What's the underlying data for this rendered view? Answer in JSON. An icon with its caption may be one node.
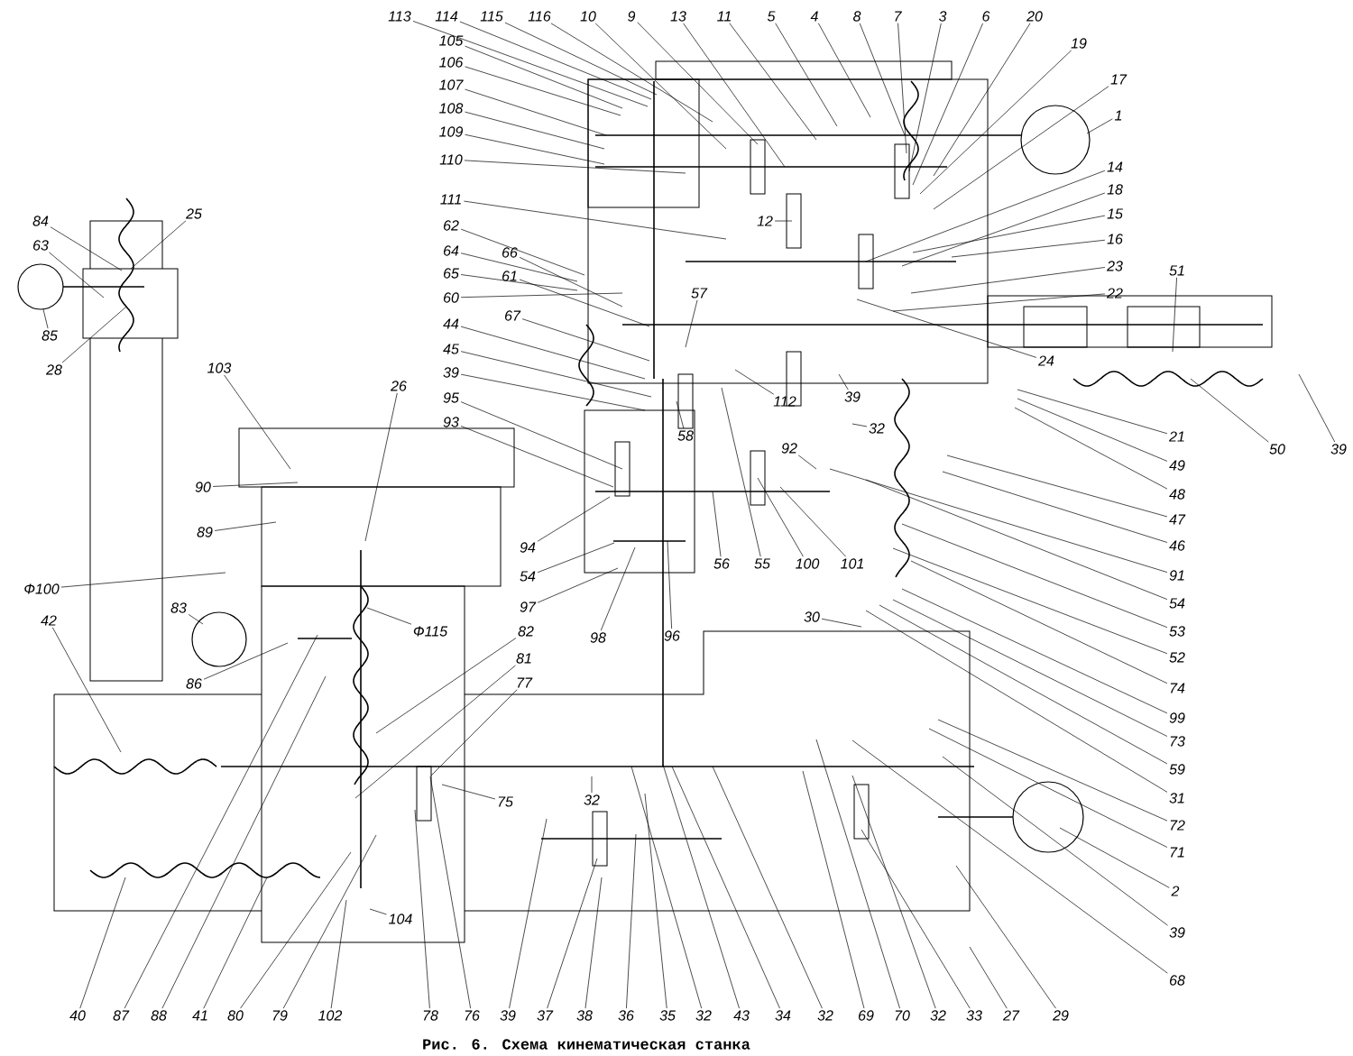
{
  "diagram": {
    "caption": "Рис. 6. Схема кинематическая станка",
    "nodes": [
      {
        "text": [
          "113"
        ]
      },
      {
        "text": [
          "114"
        ]
      },
      {
        "text": [
          "115"
        ]
      },
      {
        "text": [
          "116"
        ]
      },
      {
        "text": [
          "10"
        ]
      },
      {
        "text": [
          "9"
        ]
      },
      {
        "text": [
          "13"
        ]
      },
      {
        "text": [
          "11"
        ]
      },
      {
        "text": [
          "5"
        ]
      },
      {
        "text": [
          "4"
        ]
      },
      {
        "text": [
          "8"
        ]
      },
      {
        "text": [
          "7"
        ]
      },
      {
        "text": [
          "3"
        ]
      },
      {
        "text": [
          "6"
        ]
      },
      {
        "text": [
          "20"
        ]
      },
      {
        "text": [
          "19"
        ]
      },
      {
        "text": [
          "17"
        ]
      },
      {
        "text": [
          "105"
        ]
      },
      {
        "text": [
          "106"
        ]
      },
      {
        "text": [
          "107"
        ]
      },
      {
        "text": [
          "108"
        ]
      },
      {
        "text": [
          "109"
        ]
      },
      {
        "text": [
          "110"
        ]
      },
      {
        "text": [
          "1"
        ]
      },
      {
        "text": [
          "111"
        ]
      },
      {
        "text": [
          "12"
        ]
      },
      {
        "text": [
          "14"
        ]
      },
      {
        "text": [
          "18"
        ]
      },
      {
        "text": [
          "15"
        ]
      },
      {
        "text": [
          "16"
        ]
      },
      {
        "text": [
          "62"
        ]
      },
      {
        "text": [
          "64"
        ]
      },
      {
        "text": [
          "23"
        ]
      },
      {
        "text": [
          "65"
        ]
      },
      {
        "text": [
          "22"
        ]
      },
      {
        "text": [
          "66"
        ]
      },
      {
        "text": [
          "61"
        ]
      },
      {
        "text": [
          "57"
        ]
      },
      {
        "text": [
          "67"
        ]
      },
      {
        "text": [
          "60"
        ]
      },
      {
        "text": [
          "24"
        ]
      },
      {
        "text": [
          "44"
        ]
      },
      {
        "text": [
          "45"
        ]
      },
      {
        "text": [
          "112"
        ]
      },
      {
        "text": [
          "39"
        ]
      },
      {
        "text": [
          "21"
        ]
      },
      {
        "text": [
          "39"
        ]
      },
      {
        "text": [
          "32"
        ]
      },
      {
        "text": [
          "95"
        ]
      },
      {
        "text": [
          "58"
        ]
      },
      {
        "text": [
          "49"
        ]
      },
      {
        "text": [
          "50"
        ]
      },
      {
        "text": [
          "39"
        ]
      },
      {
        "text": [
          "92"
        ]
      },
      {
        "text": [
          "93"
        ]
      },
      {
        "text": [
          "48"
        ]
      },
      {
        "text": [
          "47"
        ]
      },
      {
        "text": [
          "94"
        ]
      },
      {
        "text": [
          "46"
        ]
      },
      {
        "text": [
          "54"
        ]
      },
      {
        "text": [
          "56"
        ]
      },
      {
        "text": [
          "55"
        ]
      },
      {
        "text": [
          "100"
        ]
      },
      {
        "text": [
          "101"
        ]
      },
      {
        "text": [
          "91"
        ]
      },
      {
        "text": [
          "97"
        ]
      },
      {
        "text": [
          "54"
        ]
      },
      {
        "text": [
          "53"
        ]
      },
      {
        "text": [
          "30"
        ]
      },
      {
        "text": [
          "52"
        ]
      },
      {
        "text": [
          "98"
        ]
      },
      {
        "text": [
          "96"
        ]
      },
      {
        "text": [
          "74"
        ]
      },
      {
        "text": [
          "99"
        ]
      },
      {
        "text": [
          "73"
        ]
      },
      {
        "text": [
          "59"
        ]
      },
      {
        "text": [
          "31"
        ]
      },
      {
        "text": [
          "72"
        ]
      },
      {
        "text": [
          "71"
        ]
      },
      {
        "text": [
          "2"
        ]
      },
      {
        "text": [
          "39"
        ]
      },
      {
        "text": [
          "68"
        ]
      },
      {
        "text": [
          "84"
        ]
      },
      {
        "text": [
          "25"
        ]
      },
      {
        "text": [
          "63"
        ]
      },
      {
        "text": [
          "85"
        ]
      },
      {
        "text": [
          "28"
        ]
      },
      {
        "text": [
          "103"
        ]
      },
      {
        "text": [
          "26"
        ]
      },
      {
        "text": [
          "90"
        ]
      },
      {
        "text": [
          "89"
        ]
      },
      {
        "text": [
          "Ф100"
        ]
      },
      {
        "text": [
          "Ф115"
        ]
      },
      {
        "text": [
          "83"
        ]
      },
      {
        "text": [
          "42"
        ]
      },
      {
        "text": [
          "82"
        ]
      },
      {
        "text": [
          "86"
        ]
      },
      {
        "text": [
          "81"
        ]
      },
      {
        "text": [
          "77"
        ]
      },
      {
        "text": [
          "75"
        ]
      },
      {
        "text": [
          "32"
        ]
      },
      {
        "text": [
          "104"
        ]
      },
      {
        "text": [
          "40"
        ]
      },
      {
        "text": [
          "87"
        ]
      },
      {
        "text": [
          "88"
        ]
      },
      {
        "text": [
          "41"
        ]
      },
      {
        "text": [
          "80"
        ]
      },
      {
        "text": [
          "79"
        ]
      },
      {
        "text": [
          "102"
        ]
      },
      {
        "text": [
          "78"
        ]
      },
      {
        "text": [
          "76"
        ]
      },
      {
        "text": [
          "39"
        ]
      },
      {
        "text": [
          "37"
        ]
      },
      {
        "text": [
          "38"
        ]
      },
      {
        "text": [
          "36"
        ]
      },
      {
        "text": [
          "35"
        ]
      },
      {
        "text": [
          "32"
        ]
      },
      {
        "text": [
          "43"
        ]
      },
      {
        "text": [
          "34"
        ]
      },
      {
        "text": [
          "32"
        ]
      },
      {
        "text": [
          "69"
        ]
      },
      {
        "text": [
          "70"
        ]
      },
      {
        "text": [
          "32"
        ]
      },
      {
        "text": [
          "33"
        ]
      },
      {
        "text": [
          "27"
        ]
      },
      {
        "text": [
          "29"
        ]
      },
      {
        "text": [
          "51"
        ]
      }
    ],
    "edges": [
      {
        "from": 0,
        "to": null,
        "arrow": "none"
      },
      {
        "from": 1,
        "to": null,
        "arrow": "none"
      },
      {
        "from": 2,
        "to": null,
        "arrow": "none"
      },
      {
        "from": 3,
        "to": null,
        "arrow": "none"
      },
      {
        "from": 4,
        "to": null,
        "arrow": "none"
      },
      {
        "from": 5,
        "to": null,
        "arrow": "none"
      },
      {
        "from": 6,
        "to": null,
        "arrow": "none"
      },
      {
        "from": 7,
        "to": null,
        "arrow": "none"
      },
      {
        "from": 8,
        "to": null,
        "arrow": "none"
      },
      {
        "from": 9,
        "to": null,
        "arrow": "none"
      },
      {
        "from": 10,
        "to": null,
        "arrow": "none"
      },
      {
        "from": 11,
        "to": null,
        "arrow": "none"
      },
      {
        "from": 12,
        "to": null,
        "arrow": "none"
      },
      {
        "from": 13,
        "to": null,
        "arrow": "none"
      },
      {
        "from": 14,
        "to": null,
        "arrow": "none"
      },
      {
        "from": 15,
        "to": null,
        "arrow": "none"
      },
      {
        "from": 16,
        "to": null,
        "arrow": "none"
      },
      {
        "from": 17,
        "to": null,
        "arrow": "none"
      },
      {
        "from": 18,
        "to": null,
        "arrow": "none"
      },
      {
        "from": 19,
        "to": null,
        "arrow": "none"
      },
      {
        "from": 20,
        "to": null,
        "arrow": "none"
      },
      {
        "from": 21,
        "to": null,
        "arrow": "none"
      },
      {
        "from": 22,
        "to": null,
        "arrow": "none"
      },
      {
        "from": 23,
        "to": null,
        "arrow": "none"
      },
      {
        "from": 24,
        "to": null,
        "arrow": "none"
      },
      {
        "from": 25,
        "to": null,
        "arrow": "none"
      },
      {
        "from": 26,
        "to": null,
        "arrow": "none"
      },
      {
        "from": 27,
        "to": null,
        "arrow": "none"
      },
      {
        "from": 28,
        "to": null,
        "arrow": "none"
      },
      {
        "from": 29,
        "to": null,
        "arrow": "none"
      },
      {
        "from": 30,
        "to": null,
        "arrow": "none"
      },
      {
        "from": 31,
        "to": null,
        "arrow": "none"
      },
      {
        "from": 32,
        "to": null,
        "arrow": "none"
      },
      {
        "from": 33,
        "to": null,
        "arrow": "none"
      },
      {
        "from": 34,
        "to": null,
        "arrow": "none"
      },
      {
        "from": 35,
        "to": null,
        "arrow": "none"
      },
      {
        "from": 36,
        "to": null,
        "arrow": "none"
      },
      {
        "from": 37,
        "to": null,
        "arrow": "none"
      },
      {
        "from": 38,
        "to": null,
        "arrow": "none"
      },
      {
        "from": 39,
        "to": null,
        "arrow": "none"
      },
      {
        "from": 40,
        "to": null,
        "arrow": "none"
      },
      {
        "from": 41,
        "to": null,
        "arrow": "none"
      },
      {
        "from": 42,
        "to": null,
        "arrow": "none"
      },
      {
        "from": 43,
        "to": null,
        "arrow": "none"
      },
      {
        "from": 44,
        "to": null,
        "arrow": "none"
      },
      {
        "from": 45,
        "to": null,
        "arrow": "none"
      },
      {
        "from": 46,
        "to": null,
        "arrow": "none"
      },
      {
        "from": 47,
        "to": null,
        "arrow": "none"
      },
      {
        "from": 48,
        "to": null,
        "arrow": "none"
      },
      {
        "from": 49,
        "to": null,
        "arrow": "none"
      },
      {
        "from": 50,
        "to": null,
        "arrow": "none"
      },
      {
        "from": 51,
        "to": null,
        "arrow": "none"
      },
      {
        "from": 52,
        "to": null,
        "arrow": "none"
      },
      {
        "from": 53,
        "to": null,
        "arrow": "none"
      },
      {
        "from": 54,
        "to": null,
        "arrow": "none"
      },
      {
        "from": 55,
        "to": null,
        "arrow": "none"
      },
      {
        "from": 56,
        "to": null,
        "arrow": "none"
      },
      {
        "from": 57,
        "to": null,
        "arrow": "none"
      },
      {
        "from": 58,
        "to": null,
        "arrow": "none"
      },
      {
        "from": 59,
        "to": null,
        "arrow": "none"
      },
      {
        "from": 60,
        "to": null,
        "arrow": "none"
      },
      {
        "from": 61,
        "to": null,
        "arrow": "none"
      },
      {
        "from": 62,
        "to": null,
        "arrow": "none"
      },
      {
        "from": 63,
        "to": null,
        "arrow": "none"
      },
      {
        "from": 64,
        "to": null,
        "arrow": "none"
      },
      {
        "from": 65,
        "to": null,
        "arrow": "none"
      },
      {
        "from": 66,
        "to": null,
        "arrow": "none"
      },
      {
        "from": 67,
        "to": null,
        "arrow": "none"
      },
      {
        "from": 68,
        "to": null,
        "arrow": "none"
      },
      {
        "from": 69,
        "to": null,
        "arrow": "none"
      },
      {
        "from": 70,
        "to": null,
        "arrow": "none"
      },
      {
        "from": 71,
        "to": null,
        "arrow": "none"
      },
      {
        "from": 72,
        "to": null,
        "arrow": "none"
      },
      {
        "from": 73,
        "to": null,
        "arrow": "none"
      },
      {
        "from": 74,
        "to": null,
        "arrow": "none"
      },
      {
        "from": 75,
        "to": null,
        "arrow": "none"
      },
      {
        "from": 76,
        "to": null,
        "arrow": "none"
      },
      {
        "from": 77,
        "to": null,
        "arrow": "none"
      },
      {
        "from": 78,
        "to": null,
        "arrow": "none"
      },
      {
        "from": 79,
        "to": null,
        "arrow": "none"
      },
      {
        "from": 80,
        "to": null,
        "arrow": "none"
      },
      {
        "from": 81,
        "to": null,
        "arrow": "none"
      },
      {
        "from": 82,
        "to": null,
        "arrow": "none"
      },
      {
        "from": 83,
        "to": null,
        "arrow": "none"
      },
      {
        "from": 84,
        "to": null,
        "arrow": "none"
      },
      {
        "from": 85,
        "to": null,
        "arrow": "none"
      },
      {
        "from": 86,
        "to": null,
        "arrow": "none"
      },
      {
        "from": 87,
        "to": null,
        "arrow": "none"
      },
      {
        "from": 88,
        "to": null,
        "arrow": "none"
      },
      {
        "from": 89,
        "to": null,
        "arrow": "none"
      },
      {
        "from": 90,
        "to": null,
        "arrow": "none"
      },
      {
        "from": 91,
        "to": null,
        "arrow": "none"
      },
      {
        "from": 92,
        "to": null,
        "arrow": "none"
      },
      {
        "from": 93,
        "to": null,
        "arrow": "none"
      },
      {
        "from": 94,
        "to": null,
        "arrow": "none"
      },
      {
        "from": 95,
        "to": null,
        "arrow": "none"
      },
      {
        "from": 96,
        "to": null,
        "arrow": "none"
      },
      {
        "from": 97,
        "to": null,
        "arrow": "none"
      },
      {
        "from": 98,
        "to": null,
        "arrow": "none"
      },
      {
        "from": 99,
        "to": null,
        "arrow": "none"
      },
      {
        "from": 100,
        "to": null,
        "arrow": "none"
      },
      {
        "from": 101,
        "to": null,
        "arrow": "none"
      },
      {
        "from": 102,
        "to": null,
        "arrow": "none"
      },
      {
        "from": 103,
        "to": null,
        "arrow": "none"
      },
      {
        "from": 104,
        "to": null,
        "arrow": "none"
      },
      {
        "from": 105,
        "to": null,
        "arrow": "none"
      },
      {
        "from": 106,
        "to": null,
        "arrow": "none"
      },
      {
        "from": 107,
        "to": null,
        "arrow": "none"
      },
      {
        "from": 108,
        "to": null,
        "arrow": "none"
      },
      {
        "from": 109,
        "to": null,
        "arrow": "none"
      },
      {
        "from": 110,
        "to": null,
        "arrow": "none"
      },
      {
        "from": 111,
        "to": null,
        "arrow": "none"
      },
      {
        "from": 112,
        "to": null,
        "arrow": "none"
      },
      {
        "from": 113,
        "to": null,
        "arrow": "none"
      },
      {
        "from": 114,
        "to": null,
        "arrow": "none"
      },
      {
        "from": 115,
        "to": null,
        "arrow": "none"
      },
      {
        "from": 116,
        "to": null,
        "arrow": "none"
      },
      {
        "from": 117,
        "to": null,
        "arrow": "none"
      },
      {
        "from": 118,
        "to": null,
        "arrow": "none"
      },
      {
        "from": 119,
        "to": null,
        "arrow": "none"
      },
      {
        "from": 120,
        "to": null,
        "arrow": "none"
      },
      {
        "from": 121,
        "to": null,
        "arrow": "none"
      },
      {
        "from": 122,
        "to": null,
        "arrow": "none"
      },
      {
        "from": 123,
        "to": null,
        "arrow": "none"
      },
      {
        "from": 124,
        "to": null,
        "arrow": "none"
      },
      {
        "from": 125,
        "to": null,
        "arrow": "none"
      },
      {
        "from": 126,
        "to": null,
        "arrow": "none"
      }
    ]
  }
}
